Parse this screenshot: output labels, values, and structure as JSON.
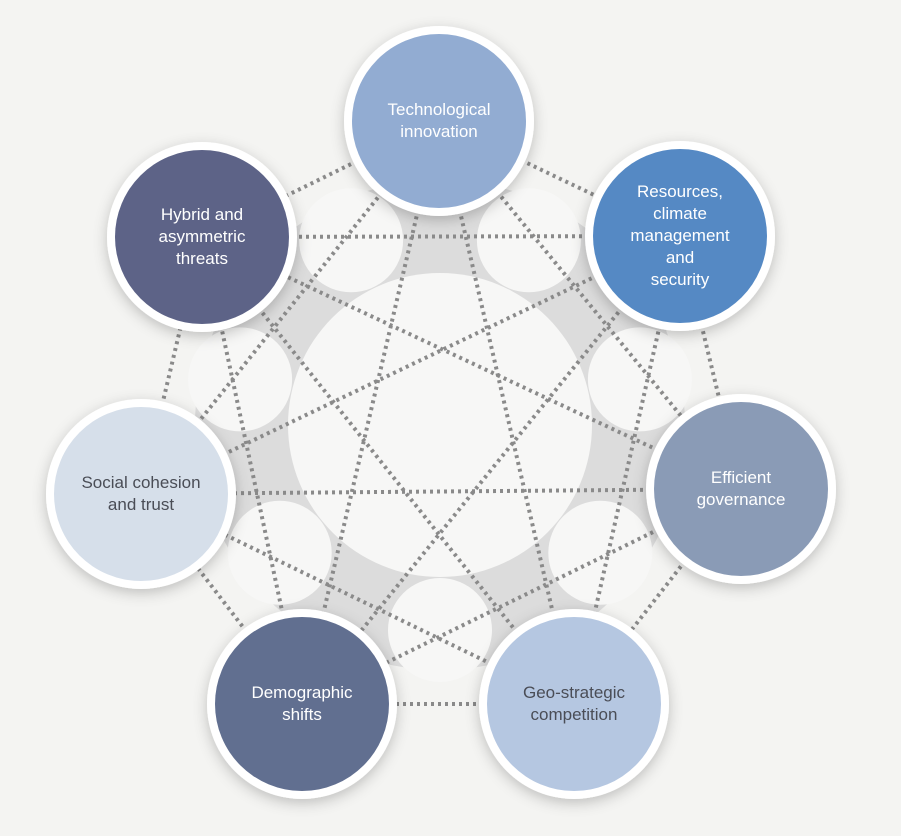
{
  "nodes": [
    {
      "id": "tech",
      "lines": [
        "Technological",
        "innovation"
      ],
      "color": "#92acd2",
      "text": "light"
    },
    {
      "id": "resources",
      "lines": [
        "Resources,",
        "climate",
        "management",
        "and",
        "security"
      ],
      "color": "#5589c4",
      "text": "light"
    },
    {
      "id": "governance",
      "lines": [
        "Efficient",
        "governance"
      ],
      "color": "#8a9bb6",
      "text": "light"
    },
    {
      "id": "geo",
      "lines": [
        "Geo-strategic",
        "competition"
      ],
      "color": "#b5c7e1",
      "text": "dark"
    },
    {
      "id": "demographic",
      "lines": [
        "Demographic",
        "shifts"
      ],
      "color": "#616f90",
      "text": "light"
    },
    {
      "id": "social",
      "lines": [
        "Social cohesion",
        "and trust"
      ],
      "color": "#d6dfea",
      "text": "dark"
    },
    {
      "id": "hybrid",
      "lines": [
        "Hybrid and",
        "asymmetric",
        "threats"
      ],
      "color": "#5d6387",
      "text": "light"
    }
  ],
  "colors": {
    "background": "#f4f4f2",
    "connector": "#8a8a8a",
    "hub": "#dcdcdc"
  }
}
